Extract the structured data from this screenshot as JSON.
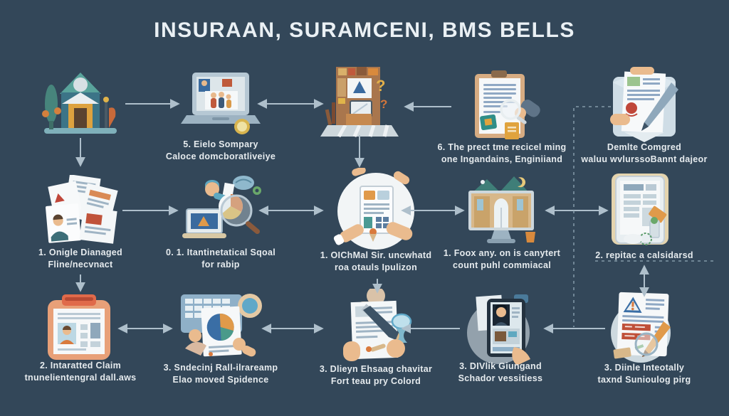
{
  "title": "INSURAAN, SURAMCENI, BMS BELLS",
  "colors": {
    "background": "#334759",
    "caption_text": "#e6ebee",
    "arrow": "#aebfcb",
    "accent_orange": "#e09a4a",
    "accent_teal": "#4a9a8a",
    "accent_red": "#bf4f38"
  },
  "cells": [
    {
      "icon": "insurance-building-icon",
      "line1": "",
      "line2": ""
    },
    {
      "icon": "laptop-enrollment-icon",
      "line1": "5. Eielo Sompary",
      "line2": "Caloce domcboratliveiye"
    },
    {
      "icon": "cluttered-storage-icon",
      "line1": "",
      "line2": ""
    },
    {
      "icon": "inspection-report-icon",
      "line1": "6. The prect tme recicel ming",
      "line2": "one Ingandains, Enginiiand"
    },
    {
      "icon": "signed-document-icon",
      "line1": "Demlte Comgred",
      "line2": "waluu wvlurssoBannt dajeor"
    },
    {
      "icon": "claim-papers-icon",
      "line1": "1. Onigle Dianaged",
      "line2": "Fline/necvnact"
    },
    {
      "icon": "claims-analysis-icon",
      "line1": "0. 1. Itantinetatical Sqoal",
      "line2": "for rabip"
    },
    {
      "icon": "clipboard-review-icon",
      "line1": "1. OIChMal Sir. uncwhatd",
      "line2": "roa otauls Ipulizon"
    },
    {
      "icon": "property-assessment-icon",
      "line1": "1. Foox any. on is canytert",
      "line2": "count puhl commiacal"
    },
    {
      "icon": "digital-form-icon",
      "line1": "2. repitac a calsidarsd",
      "line2": ""
    },
    {
      "icon": "claim-record-icon",
      "line1": "2. Intaratted Claim",
      "line2": "tnunelientengral dall.aws"
    },
    {
      "icon": "evidence-charts-icon",
      "line1": "3. Sndecinj Rall-ilrareamp",
      "line2": "Elao moved Spidence"
    },
    {
      "icon": "document-signing-icon",
      "line1": "3. Dlieyn Ehsaag chavitar",
      "line2": "Fort teau pry Colord"
    },
    {
      "icon": "mobile-contact-icon",
      "line1": "3. DIVlik Giungand",
      "line2": "Schador vessitiess"
    },
    {
      "icon": "fraud-review-icon",
      "line1": "3. Diinle Inteotally",
      "line2": "taxnd Sunioulog pirg"
    }
  ]
}
